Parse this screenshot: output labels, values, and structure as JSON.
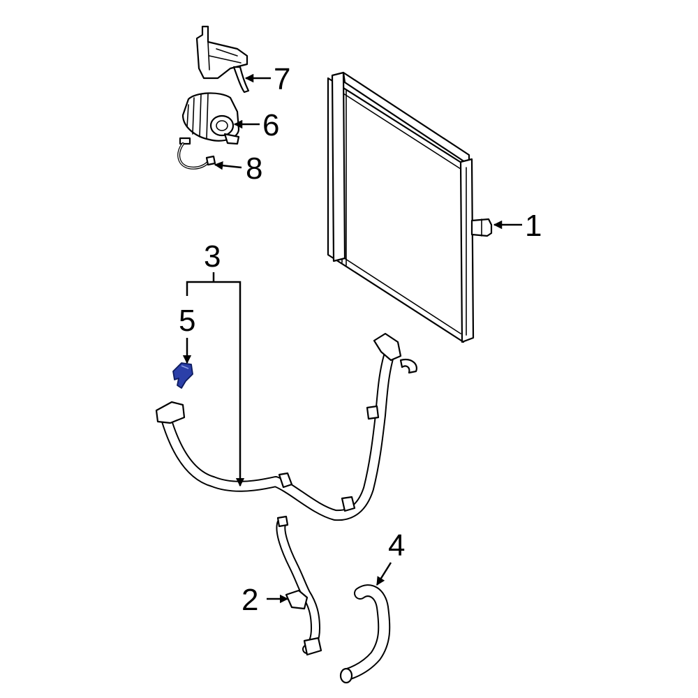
{
  "colors": {
    "line": "#000000",
    "background": "#ffffff",
    "highlight": "#2b3fa8"
  },
  "callouts": [
    {
      "id": "1",
      "label": "1",
      "part": "condenser"
    },
    {
      "id": "2",
      "label": "2",
      "part": "pump-hose"
    },
    {
      "id": "3",
      "label": "3",
      "part": "hose-assembly"
    },
    {
      "id": "4",
      "label": "4",
      "part": "outlet-hose"
    },
    {
      "id": "5",
      "label": "5",
      "part": "clip",
      "highlighted": true
    },
    {
      "id": "6",
      "label": "6",
      "part": "auxiliary-pump"
    },
    {
      "id": "7",
      "label": "7",
      "part": "pump-bracket"
    },
    {
      "id": "8",
      "label": "8",
      "part": "pump-harness"
    }
  ]
}
